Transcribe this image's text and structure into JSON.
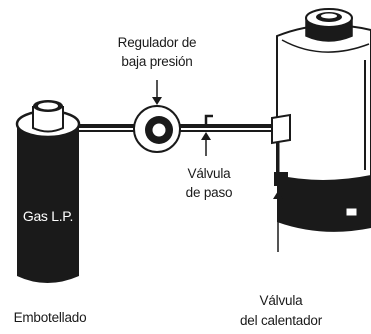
{
  "labels": {
    "regulator_line1": "Regulador de",
    "regulator_line2": "baja presión",
    "tank_text": "Gas L.P.",
    "tank_caption": "Embotellado",
    "valve_line1": "Válvula",
    "valve_line2": "de paso",
    "heater_valve_line1": "Válvula",
    "heater_valve_line2": "del calentador"
  },
  "icons": {
    "gas_tank": "lp-gas-cylinder-icon",
    "regulator": "pressure-regulator-icon",
    "shutoff_valve": "shutoff-valve-icon",
    "heater": "water-heater-icon"
  },
  "colors": {
    "ink": "#1a1a1a",
    "body_fill": "#ffffff",
    "tank_text": "#ffffff"
  }
}
